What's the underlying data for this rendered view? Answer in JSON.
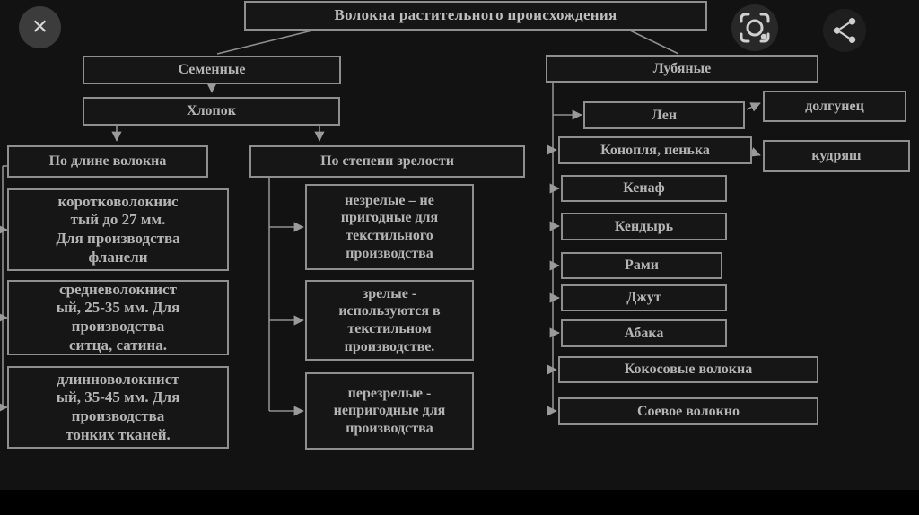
{
  "overlay": {
    "close_glyph": "×",
    "close_name": "close",
    "lens_name": "lens-search",
    "share_name": "share"
  },
  "diagram": {
    "title": "Волокна растительного происхождения",
    "seed": {
      "label": "Семенные",
      "cotton": "Хлопок",
      "by_length": {
        "label": "По длине волокна",
        "items": [
          "коротковолокнис\nтый до 27 мм.\nДля производства\nфланели",
          "средневолокнист\nый, 25-35 мм. Для\nпроизводства\nситца, сатина.",
          "длинноволокнист\nый, 35-45 мм. Для\nпроизводства\nтонких тканей."
        ]
      },
      "by_maturity": {
        "label": "По степени зрелости",
        "items": [
          "незрелые – не\nпригодные для\nтекстильного\nпроизводства",
          "зрелые -\nиспользуются в\nтекстильном\nпроизводстве.",
          "перезрелые -\nнепригодные для\nпроизводства"
        ]
      }
    },
    "bast": {
      "label": "Лубяные",
      "items": [
        "Лен",
        "Конопля, пенька",
        "Кенаф",
        "Кендырь",
        "Рами",
        "Джут",
        "Абака",
        "Кокосовые волокна",
        "Соевое волокно"
      ],
      "flax_types": [
        "долгунец",
        "кудряш"
      ]
    }
  }
}
